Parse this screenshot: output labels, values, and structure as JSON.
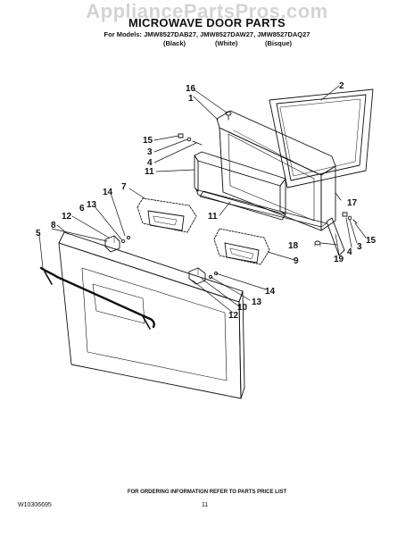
{
  "watermark": "AppliancePartsPros.com",
  "title": "MICROWAVE DOOR PARTS",
  "models_line": "For Models: JMW8527DAB27, JMW8527DAW27, JMW8527DAQ27",
  "finishes": [
    "(Black)",
    "(White)",
    "(Bisque)"
  ],
  "callouts": {
    "c1": "1",
    "c2": "2",
    "c3a": "3",
    "c3b": "3",
    "c4a": "4",
    "c4b": "4",
    "c5": "5",
    "c6": "6",
    "c7": "7",
    "c8": "8",
    "c9": "9",
    "c10": "10",
    "c11a": "11",
    "c11b": "11",
    "c12a": "12",
    "c12b": "12",
    "c13a": "13",
    "c13b": "13",
    "c14a": "14",
    "c14b": "14",
    "c15a": "15",
    "c15b": "15",
    "c16": "16",
    "c17": "17",
    "c18": "18",
    "c19": "19"
  },
  "footer_note": "FOR ORDERING INFORMATION REFER TO PARTS PRICE LIST",
  "doc_number": "W10306695",
  "page_number": "11"
}
